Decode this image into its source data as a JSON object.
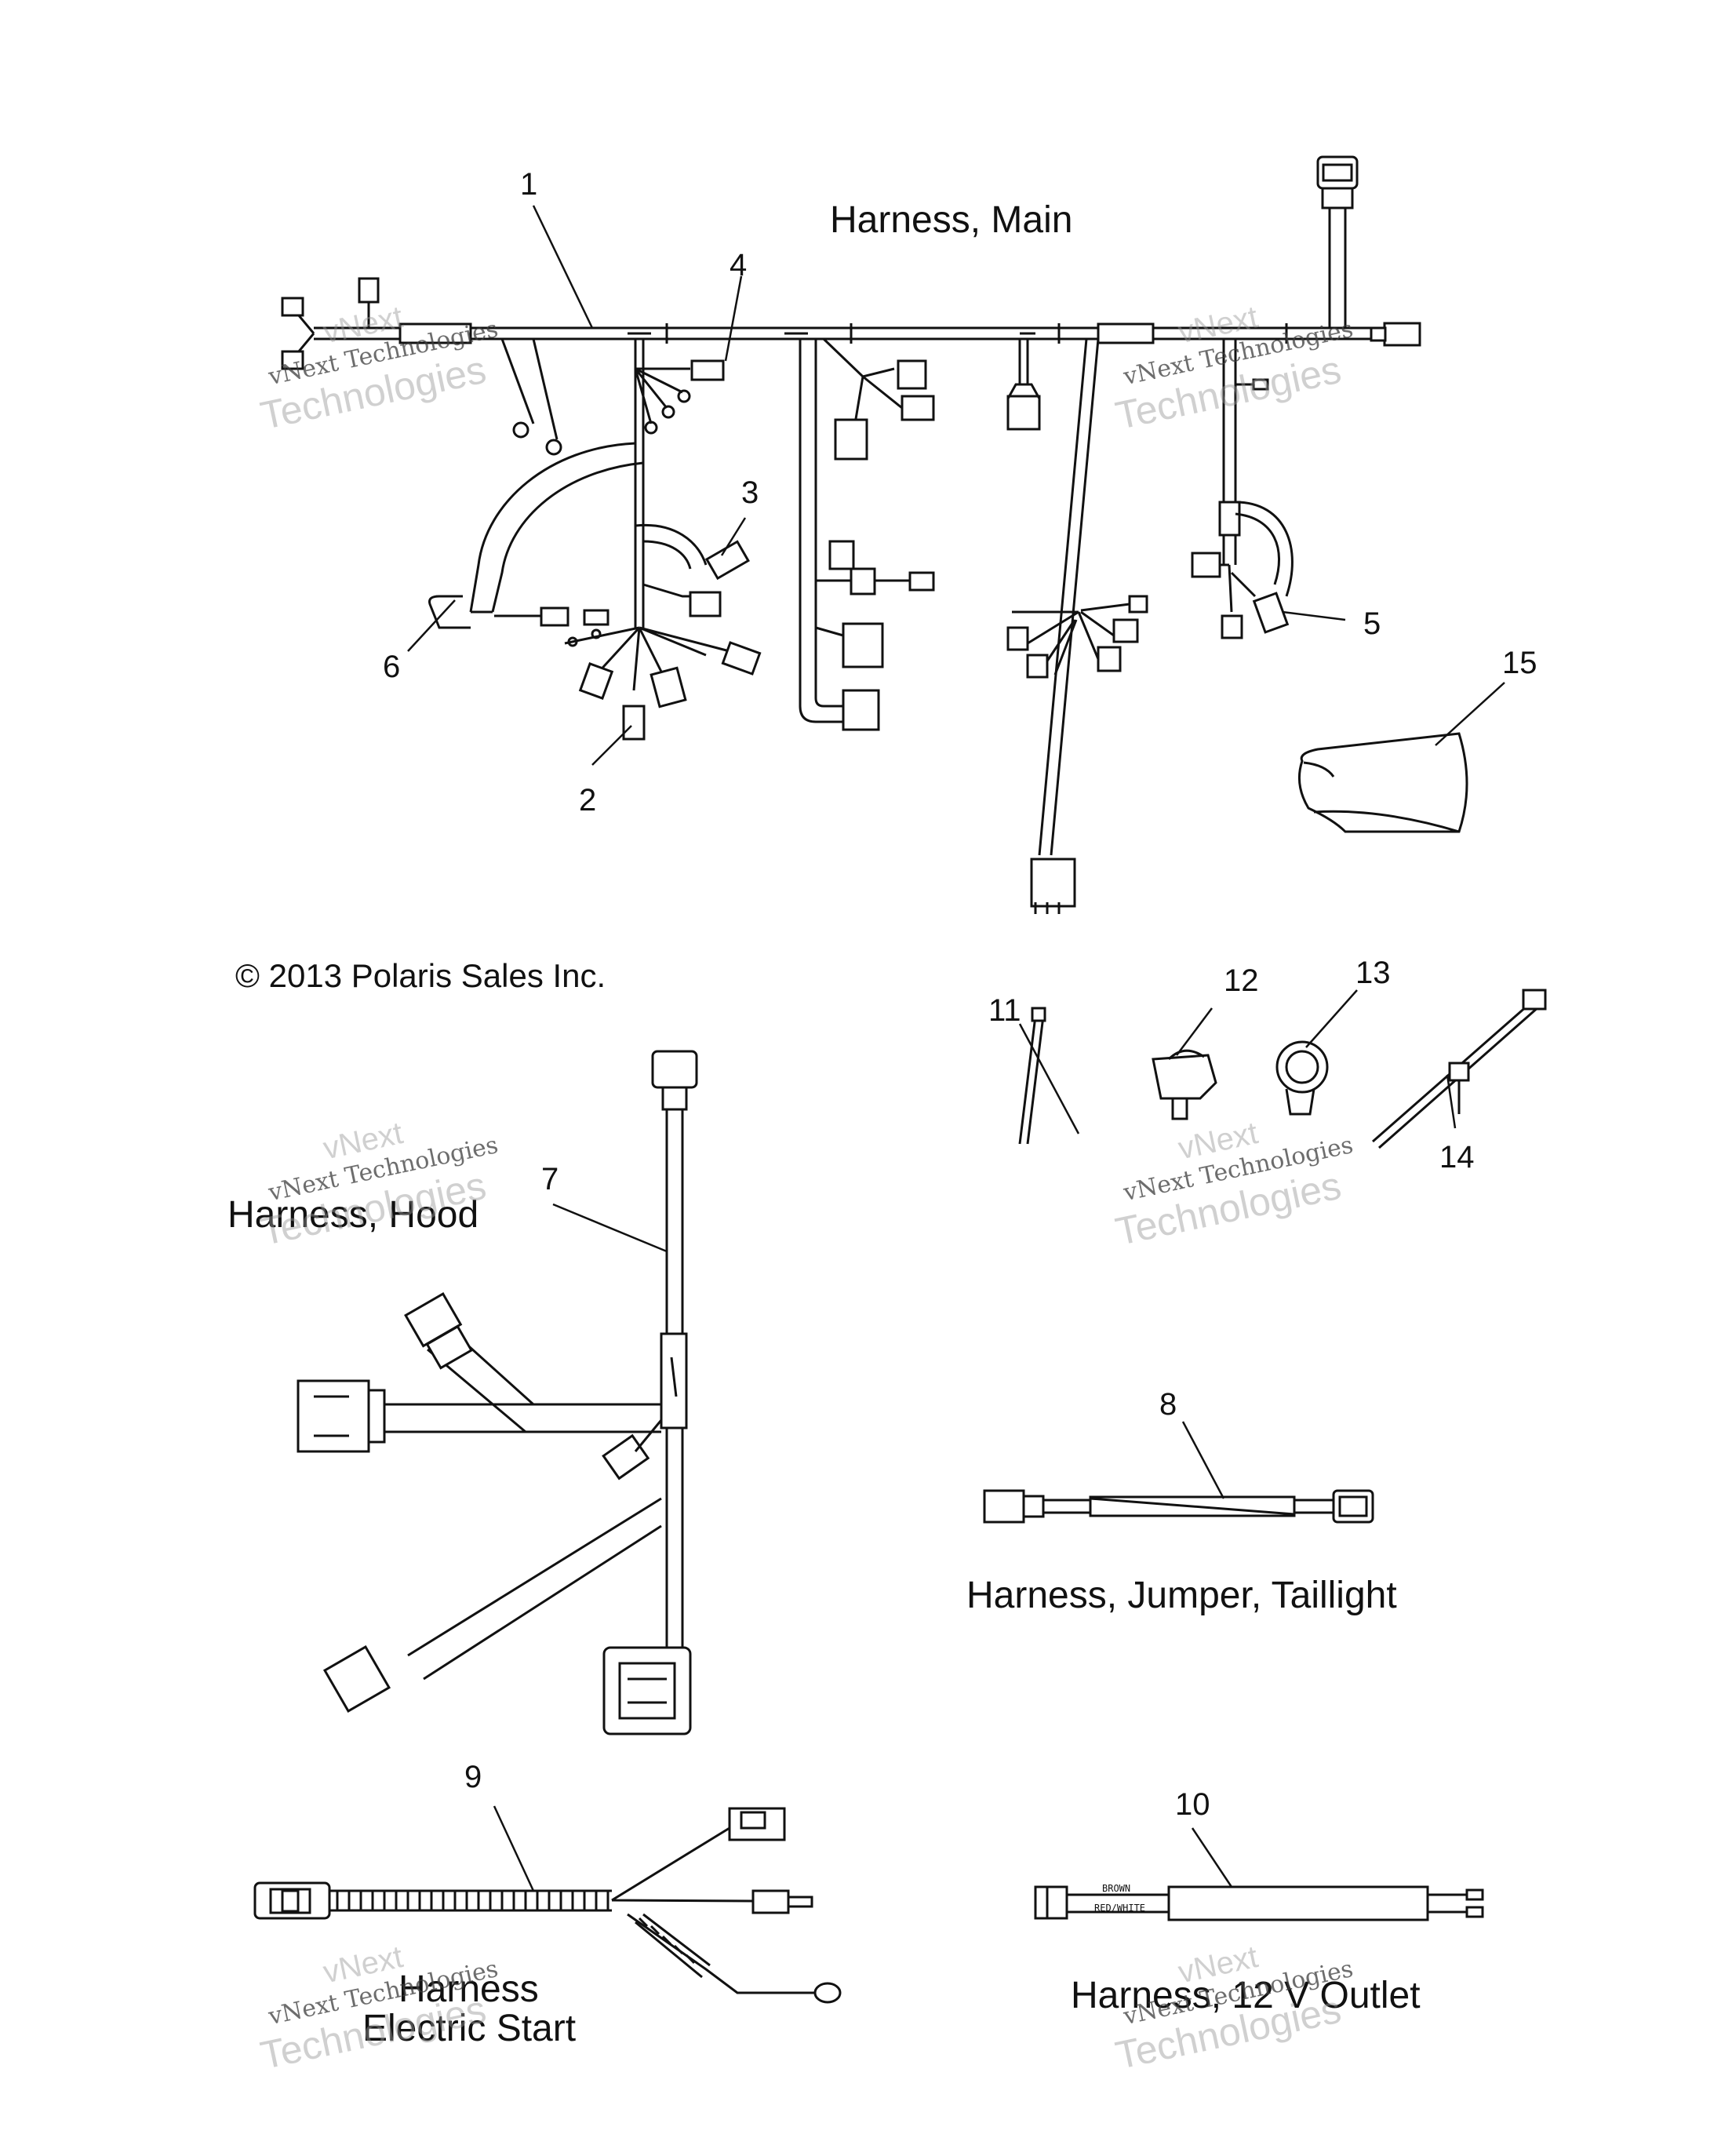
{
  "copyright": "© 2013 Polaris Sales Inc.",
  "titles": {
    "main": "Harness, Main",
    "hood": "Harness, Hood",
    "jumper": "Harness, Jumper, Taillight",
    "start_line1": "Harness",
    "start_line2": "Electric Start",
    "outlet": "Harness, 12 V Outlet"
  },
  "callouts": [
    "1",
    "2",
    "3",
    "4",
    "5",
    "6",
    "7",
    "8",
    "9",
    "10",
    "11",
    "12",
    "13",
    "14",
    "15"
  ],
  "wire_labels": {
    "brown": "BROWN",
    "red_white": "RED/WHITE"
  },
  "watermark": {
    "top": "vNext",
    "middle": "vNext Technologies",
    "bottom": "Technologies"
  },
  "colors": {
    "line": "#111111",
    "watermark": "#999999"
  }
}
